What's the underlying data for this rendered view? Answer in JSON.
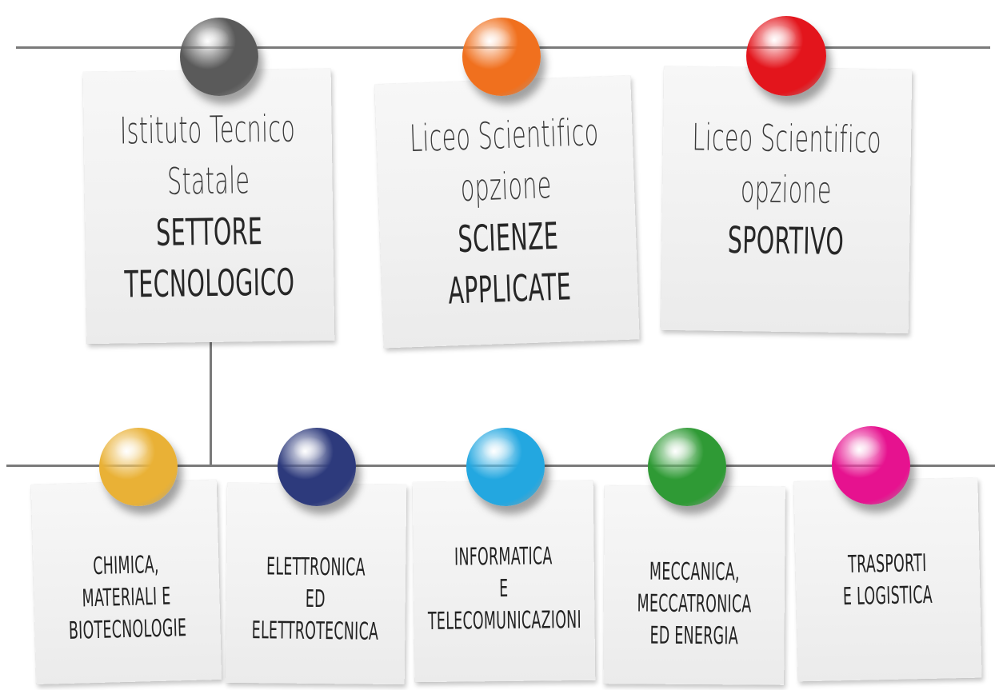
{
  "top_notes": [
    {
      "pin_color": "#5a5a5a",
      "lines": [
        {
          "text": "Istituto Tecnico",
          "style": "thin"
        },
        {
          "text": "Statale",
          "style": "thin"
        },
        {
          "text": "SETTORE",
          "style": "bold"
        },
        {
          "text": "TECNOLOGICO",
          "style": "bold"
        }
      ]
    },
    {
      "pin_color": "#f0701e",
      "lines": [
        {
          "text": "Liceo Scientifico",
          "style": "thin"
        },
        {
          "text": "opzione",
          "style": "thin"
        },
        {
          "text": "SCIENZE",
          "style": "bold"
        },
        {
          "text": "APPLICATE",
          "style": "bold"
        }
      ]
    },
    {
      "pin_color": "#e3151c",
      "lines": [
        {
          "text": "Liceo Scientifico",
          "style": "thin"
        },
        {
          "text": "opzione",
          "style": "thin"
        },
        {
          "text": "SPORTIVO",
          "style": "bold"
        }
      ]
    }
  ],
  "bottom_notes": [
    {
      "pin_color": "#e9b136",
      "lines": [
        "CHIMICA,",
        "MATERIALI E",
        "BIOTECNOLOGIE"
      ]
    },
    {
      "pin_color": "#2d3a7c",
      "lines": [
        "ELETTRONICA",
        "ED",
        "ELETTROTECNICA"
      ]
    },
    {
      "pin_color": "#23a7e0",
      "lines": [
        "INFORMATICA",
        "E",
        "TELECOMUNICAZIONI"
      ]
    },
    {
      "pin_color": "#2f9a35",
      "lines": [
        "MECCANICA,",
        "MECCATRONICA",
        "ED ENERGIA"
      ]
    },
    {
      "pin_color": "#e6128f",
      "lines": [
        "TRASPORTI",
        "E LOGISTICA"
      ]
    }
  ]
}
